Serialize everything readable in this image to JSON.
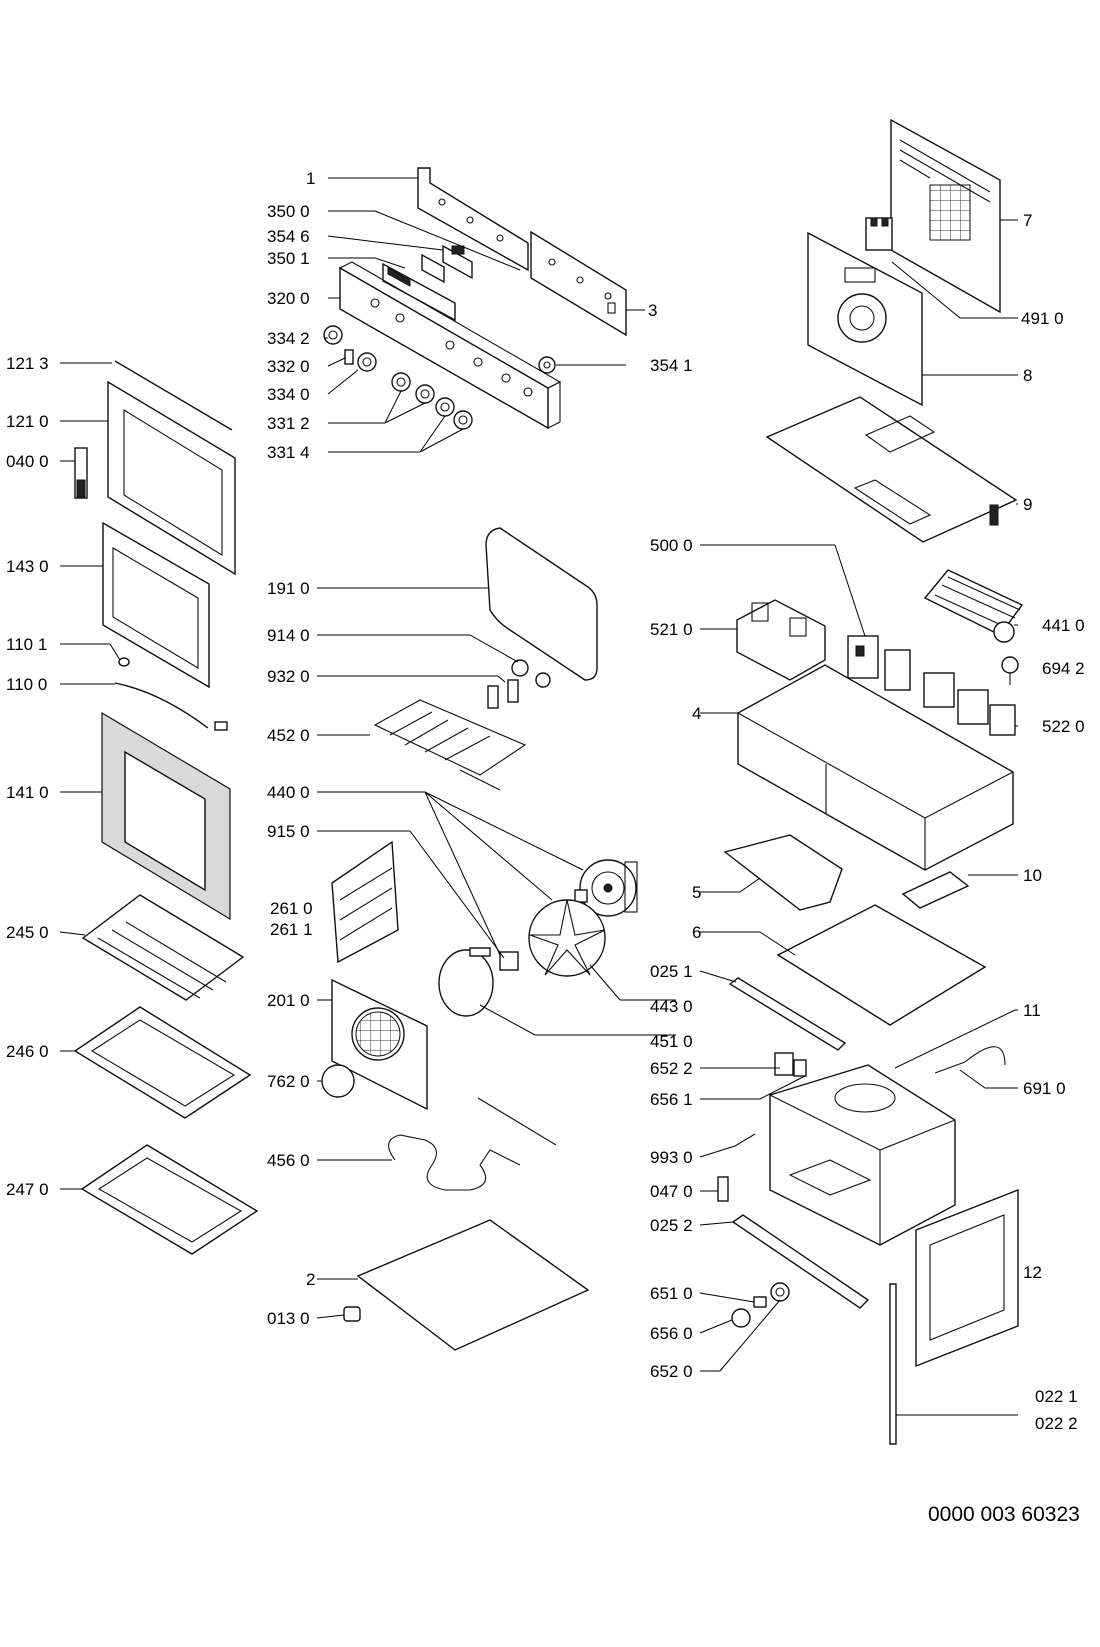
{
  "labels": {
    "l_1": "1",
    "l_3500": "350 0",
    "l_3546": "354 6",
    "l_3501": "350 1",
    "l_3200": "320 0",
    "l_3342": "334 2",
    "l_3320": "332 0",
    "l_3340": "334 0",
    "l_3312": "331 2",
    "l_3314": "331 4",
    "l_3": "3",
    "l_3541": "354 1",
    "l_7": "7",
    "l_4910": "491 0",
    "l_8": "8",
    "l_9": "9",
    "l_1213": "121 3",
    "l_1210": "121 0",
    "l_0400": "040 0",
    "l_1430": "143 0",
    "l_1101": "110 1",
    "l_1100": "110 0",
    "l_1410": "141 0",
    "l_2450": "245 0",
    "l_2460": "246 0",
    "l_2470": "247 0",
    "l_1910": "191 0",
    "l_9140": "914 0",
    "l_9320": "932 0",
    "l_4520": "452 0",
    "l_4400": "440 0",
    "l_9150": "915 0",
    "l_2610": "261 0",
    "l_2611": "261 1",
    "l_2010": "201 0",
    "l_7620": "762 0",
    "l_4560": "456 0",
    "l_2": "2",
    "l_0130": "013 0",
    "l_5000": "500 0",
    "l_5210": "521 0",
    "l_4410": "441 0",
    "l_6942": "694 2",
    "l_4": "4",
    "l_5220": "522 0",
    "l_5": "5",
    "l_10": "10",
    "l_6": "6",
    "l_0251": "025 1",
    "l_4430": "443 0",
    "l_4510": "451 0",
    "l_11": "11",
    "l_6522": "652 2",
    "l_6561": "656 1",
    "l_6910": "691 0",
    "l_9930": "993 0",
    "l_0470": "047 0",
    "l_0252": "025 2",
    "l_12": "12",
    "l_6510": "651 0",
    "l_6560": "656 0",
    "l_6520": "652 0",
    "l_0221": "022 1",
    "l_0222": "022 2"
  },
  "drawing_code": "0000 003 60323"
}
